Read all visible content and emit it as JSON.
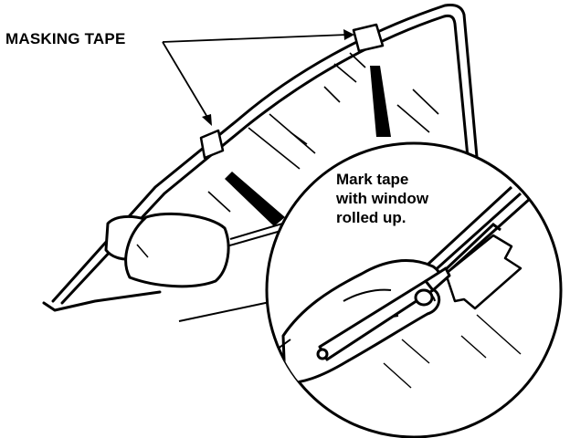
{
  "labels": {
    "masking_tape": "MASKING TAPE",
    "instruction": [
      "Mark tape",
      "with window",
      "rolled up."
    ]
  }
}
